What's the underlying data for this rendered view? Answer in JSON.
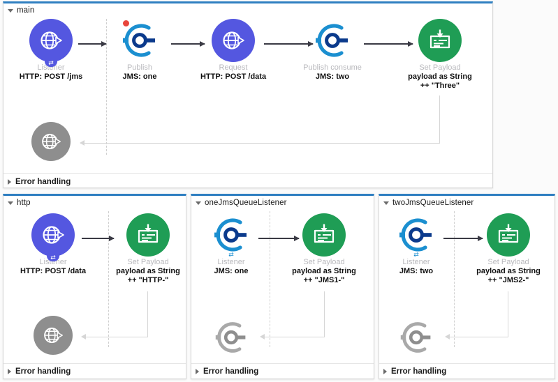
{
  "app": {
    "type": "mule-flow-canvas",
    "colors": {
      "panel_accent": "#2f7fc1",
      "http_node": "#5457e0",
      "jms_node": "#1b8fd0",
      "set_payload_node": "#1f9d55",
      "error_node": "#8e8e8e",
      "badge": "#e8453c",
      "arrow": "#3a3a44",
      "return_line": "#d6d6d6",
      "dashed_divider": "#cfcfcf",
      "node_type_text": "#b9b9bd",
      "node_label_text": "#101010"
    }
  },
  "flows": [
    {
      "id": "main",
      "title": "main",
      "collapse_icon": "triangle-down-icon",
      "error_handling": {
        "label": "Error handling",
        "icon": "triangle-right-icon"
      },
      "nodes": [
        {
          "id": "main-listener",
          "icon": "http-globe-icon",
          "style": "http",
          "type": "Listener",
          "label": "HTTP: POST /jms",
          "badge": false,
          "listener_tab": true
        },
        {
          "id": "main-publish",
          "icon": "jms-connector-icon",
          "style": "jms",
          "type": "Publish",
          "label": "JMS: one",
          "badge": true,
          "listener_tab": false
        },
        {
          "id": "main-request",
          "icon": "http-globe-icon",
          "style": "http",
          "type": "Request",
          "label": "HTTP: POST /data",
          "badge": false,
          "listener_tab": false
        },
        {
          "id": "main-publish-consume",
          "icon": "jms-connector-icon",
          "style": "jms",
          "type": "Publish consume",
          "label": "JMS: two",
          "badge": false,
          "listener_tab": false
        },
        {
          "id": "main-set-payload",
          "icon": "set-payload-icon",
          "style": "green",
          "type": "Set Payload",
          "label": "payload as String\n++ \"Three\"",
          "badge": false,
          "listener_tab": false
        }
      ],
      "error_node": {
        "id": "main-error-node",
        "icon": "http-globe-icon",
        "style": "gray",
        "type": "",
        "label": ""
      }
    },
    {
      "id": "http",
      "title": "http",
      "collapse_icon": "triangle-down-icon",
      "error_handling": {
        "label": "Error handling",
        "icon": "triangle-right-icon"
      },
      "nodes": [
        {
          "id": "http-listener",
          "icon": "http-globe-icon",
          "style": "http",
          "type": "Listener",
          "label": "HTTP: POST /data",
          "badge": false,
          "listener_tab": true
        },
        {
          "id": "http-set-payload",
          "icon": "set-payload-icon",
          "style": "green",
          "type": "Set Payload",
          "label": "payload as String\n++ \"HTTP-\"",
          "badge": false,
          "listener_tab": false
        }
      ],
      "error_node": {
        "id": "http-error-node",
        "icon": "http-globe-icon",
        "style": "gray",
        "type": "",
        "label": ""
      }
    },
    {
      "id": "oneJmsQueueListener",
      "title": "oneJmsQueueListener",
      "collapse_icon": "triangle-down-icon",
      "error_handling": {
        "label": "Error handling",
        "icon": "triangle-right-icon"
      },
      "nodes": [
        {
          "id": "one-listener",
          "icon": "jms-connector-icon",
          "style": "jms",
          "type": "Listener",
          "label": "JMS: one",
          "badge": false,
          "listener_tab": true
        },
        {
          "id": "one-set-payload",
          "icon": "set-payload-icon",
          "style": "green",
          "type": "Set Payload",
          "label": "payload as String\n++ \"JMS1-\"",
          "badge": false,
          "listener_tab": false
        }
      ],
      "error_node": {
        "id": "one-error-node",
        "icon": "jms-connector-icon",
        "style": "gray-jms",
        "type": "",
        "label": ""
      }
    },
    {
      "id": "twoJmsQueueListener",
      "title": "twoJmsQueueListener",
      "collapse_icon": "triangle-down-icon",
      "error_handling": {
        "label": "Error handling",
        "icon": "triangle-right-icon"
      },
      "nodes": [
        {
          "id": "two-listener",
          "icon": "jms-connector-icon",
          "style": "jms",
          "type": "Listener",
          "label": "JMS: two",
          "badge": false,
          "listener_tab": true
        },
        {
          "id": "two-set-payload",
          "icon": "set-payload-icon",
          "style": "green",
          "type": "Set Payload",
          "label": "payload as String\n++ \"JMS2-\"",
          "badge": false,
          "listener_tab": false
        }
      ],
      "error_node": {
        "id": "two-error-node",
        "icon": "jms-connector-icon",
        "style": "gray-jms",
        "type": "",
        "label": ""
      }
    }
  ]
}
